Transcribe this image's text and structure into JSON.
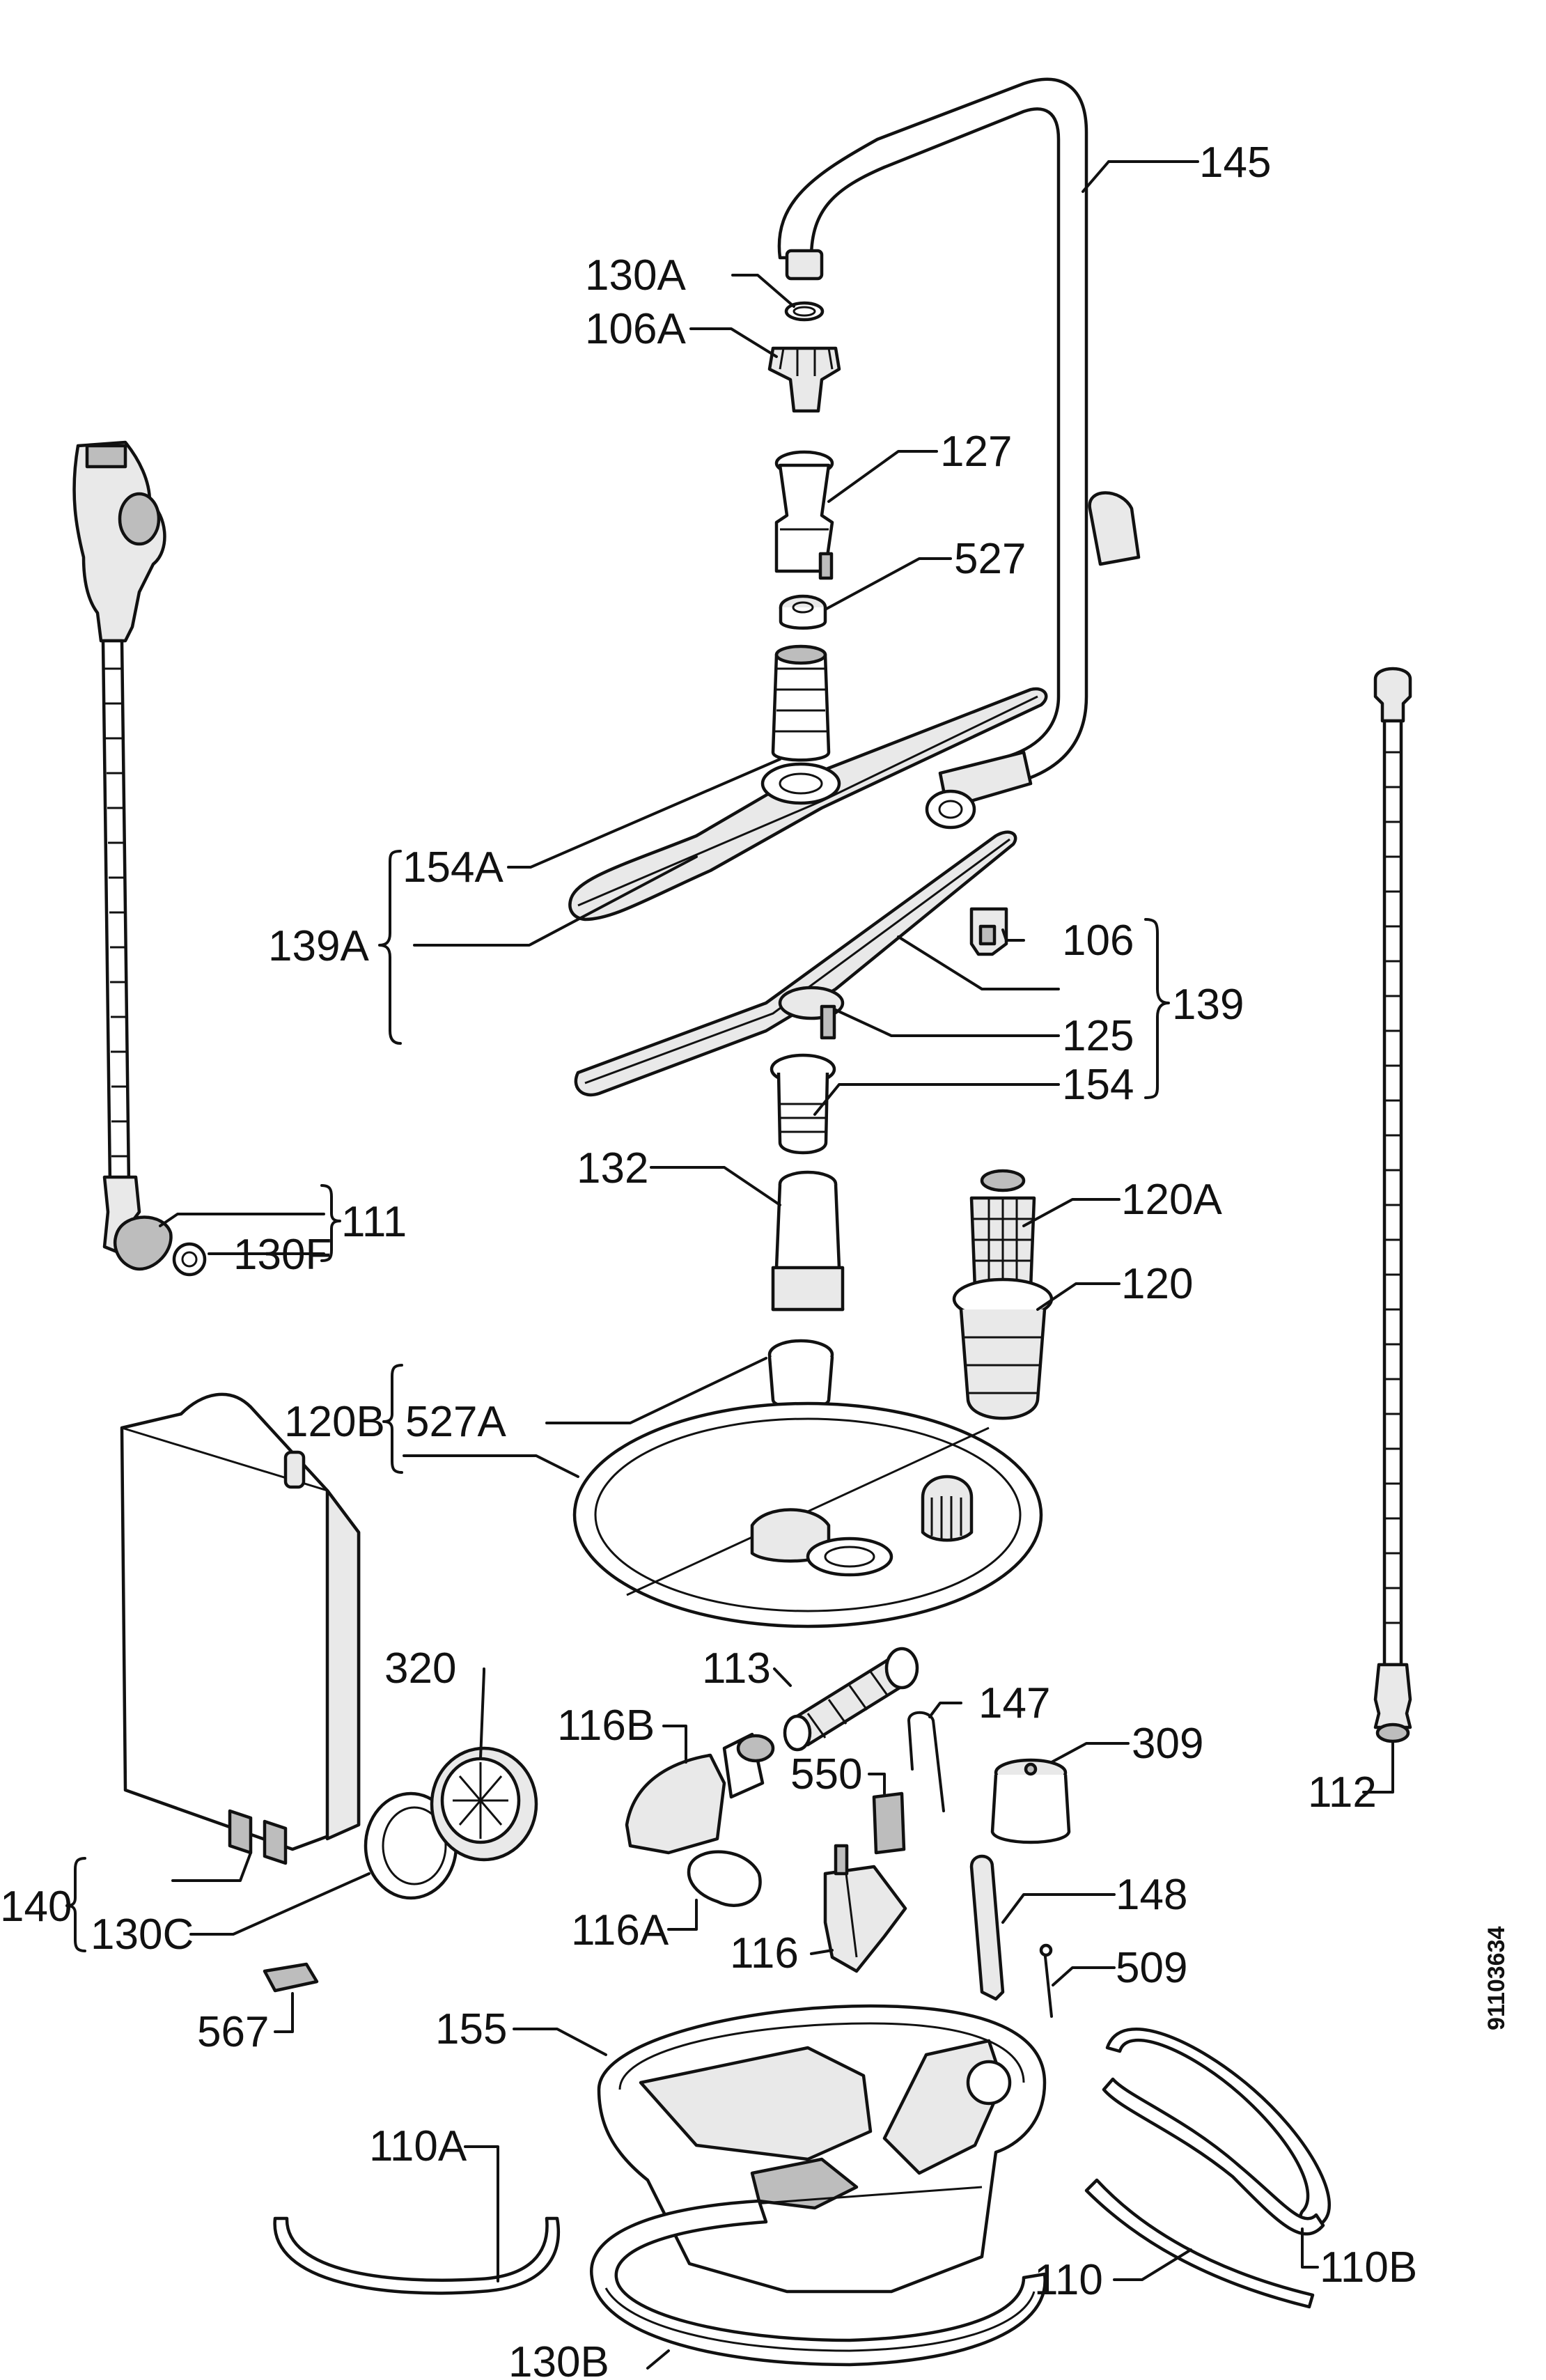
{
  "labels": {
    "l145": "145",
    "l130A": "130A",
    "l106A": "106A",
    "l127": "127",
    "l527": "527",
    "l154A": "154A",
    "l139A": "139A",
    "l106": "106",
    "l139": "139",
    "l125": "125",
    "l154": "154",
    "l132": "132",
    "l120A": "120A",
    "l120": "120",
    "l111": "111",
    "l130F": "130F",
    "l120B": "120B",
    "l527A": "527A",
    "l113": "113",
    "l320": "320",
    "l116B": "116B",
    "l147": "147",
    "l309": "309",
    "l550": "550",
    "l112": "112",
    "l140": "140",
    "l130C": "130C",
    "l116A": "116A",
    "l116": "116",
    "l148": "148",
    "l509": "509",
    "l567": "567",
    "l155": "155",
    "l110A": "110A",
    "l110": "110",
    "l110B": "110B",
    "l130B": "130B"
  },
  "document_number": "91103634"
}
